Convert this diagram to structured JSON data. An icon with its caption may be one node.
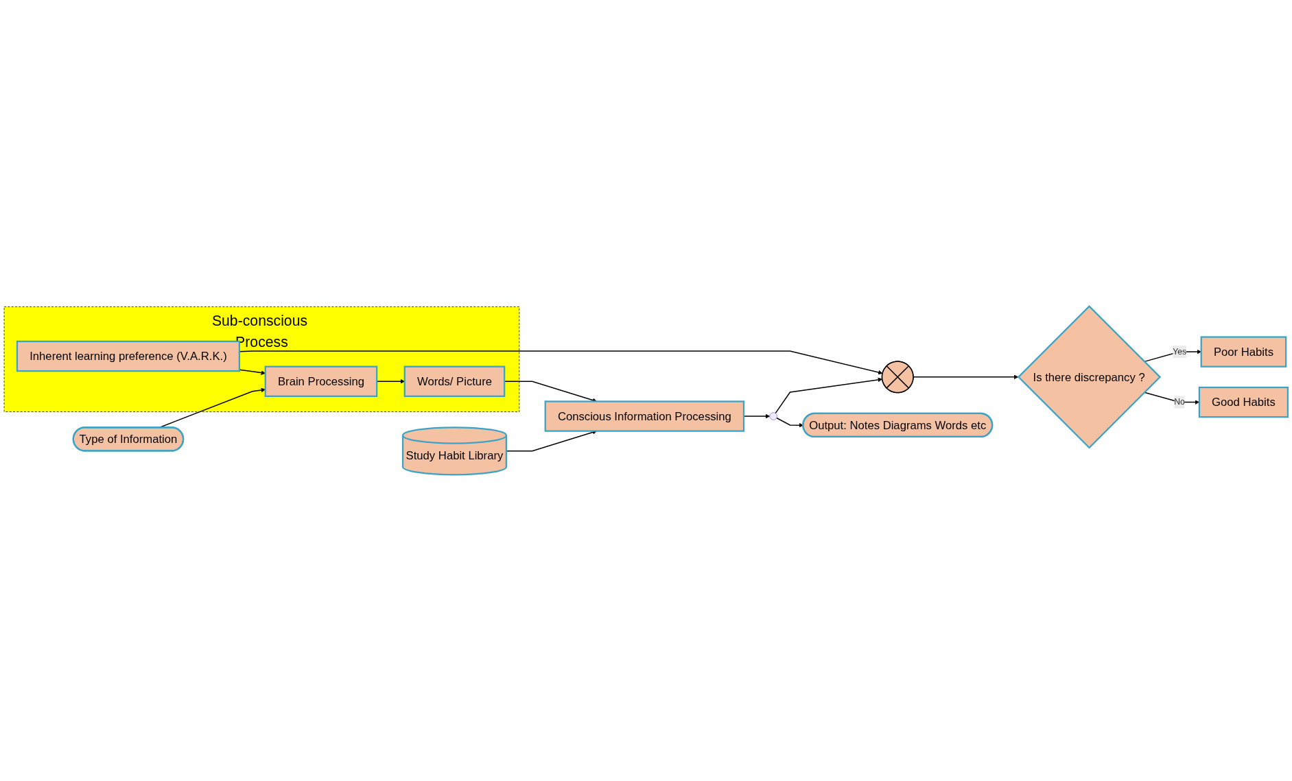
{
  "diagram": {
    "nodes": [
      {
        "text": [
          "Type of Information"
        ]
      },
      {
        "text": [
          "Sub-conscious Process"
        ]
      },
      {
        "text": [
          "Brain Processing"
        ],
        "in": 1
      },
      {
        "text": [
          "Words/ Picture"
        ],
        "in": 1
      },
      {
        "text": [
          "Inherent learning preference (V.A.R.K.)"
        ],
        "in": 1
      },
      {
        "text": [
          "Conscious Information Processing"
        ]
      },
      {
        "text": [
          "Study Habit Library"
        ]
      },
      {
        "text": [
          "Output: Notes Diagrams Words etc"
        ]
      },
      {
        "text": [],
        "shape": "circle"
      },
      {
        "text": [],
        "shape": "circle"
      },
      {
        "text": [
          "Is there discrepancy ?"
        ]
      },
      {
        "text": [
          "Good Habits"
        ]
      },
      {
        "text": [
          "Poor Habits"
        ]
      }
    ],
    "edges": [
      {
        "from": 0,
        "to": 2,
        "arrow": "to"
      },
      {
        "from": 2,
        "to": 3,
        "arrow": "to"
      },
      {
        "from": 3,
        "to": 5,
        "arrow": "to"
      },
      {
        "from": 4,
        "to": 2,
        "arrow": "to"
      },
      {
        "from": 6,
        "to": 5,
        "arrow": "to"
      },
      {
        "from": 5,
        "to": 8,
        "arrow": "to"
      },
      {
        "from": 8,
        "to": 7,
        "arrow": "to"
      },
      {
        "from": 8,
        "to": 9,
        "arrow": "to"
      },
      {
        "from": 4,
        "to": 9,
        "arrow": "to"
      },
      {
        "from": 9,
        "to": 10,
        "arrow": "to"
      },
      {
        "from": 10,
        "to": 11,
        "label": "No",
        "arrow": "to"
      },
      {
        "from": 10,
        "to": 12,
        "label": "Yes",
        "arrow": "to"
      }
    ]
  }
}
